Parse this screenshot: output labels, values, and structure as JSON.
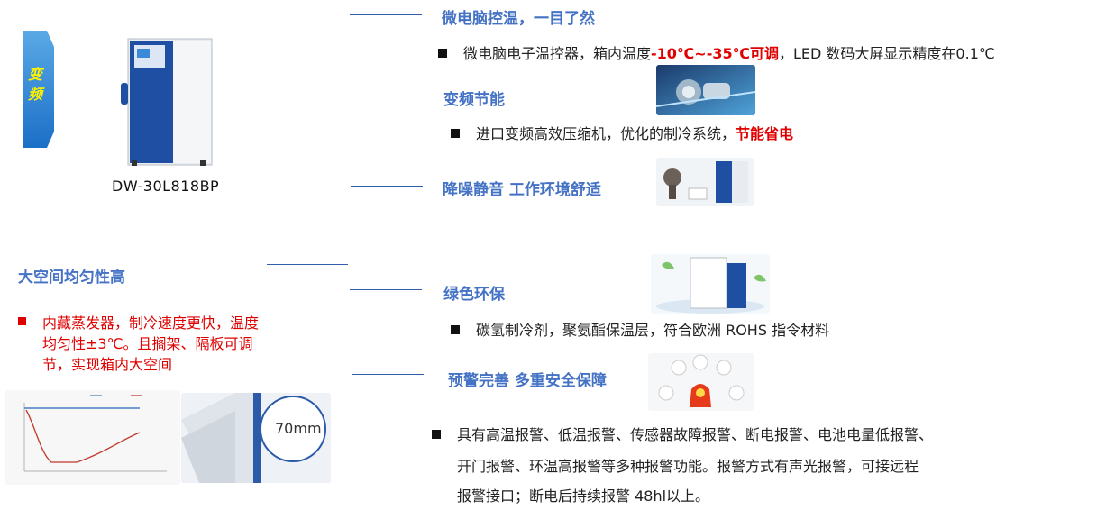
{
  "banner": {
    "text": "变频"
  },
  "product": {
    "model": "DW-30L818BP"
  },
  "features": {
    "micro": {
      "title": "微电脑控温，一目了然",
      "text_a": "微电脑电子温控器，箱内温度",
      "text_red": "-10℃~-35℃可调",
      "text_b": "，LED 数码大屏显示精度在0.1℃"
    },
    "inverter": {
      "title": "变频节能",
      "text_a": "进口变频高效压缩机，优化的制冷系统，",
      "text_red": "节能省电"
    },
    "quiet": {
      "title": "降噪静音 工作环境舒适"
    },
    "green": {
      "title": "绿色环保",
      "text": "碳氢制冷剂，聚氨酯保温层，符合欧洲 ROHS 指令材料"
    },
    "alarm": {
      "title": "预警完善 多重安全保障",
      "line1": "具有高温报警、低温报警、传感器故障报警、断电报警、电池电量低报警、",
      "line2": "开门报警、环温高报警等多种报警功能。报警方式有声光报警，可接远程",
      "line3": "报警接口；断电后持续报警 48hl以上。"
    }
  },
  "space": {
    "title": "大空间均匀性高",
    "line1": "内藏蒸发器，制冷速度更快，温度",
    "line2": "均匀性±3℃。且搁架、隔板可调",
    "line3": "节，实现箱内大空间"
  },
  "insulation": {
    "label": "70mm"
  },
  "colors": {
    "accent": "#4472c4",
    "alert": "#e00000"
  }
}
